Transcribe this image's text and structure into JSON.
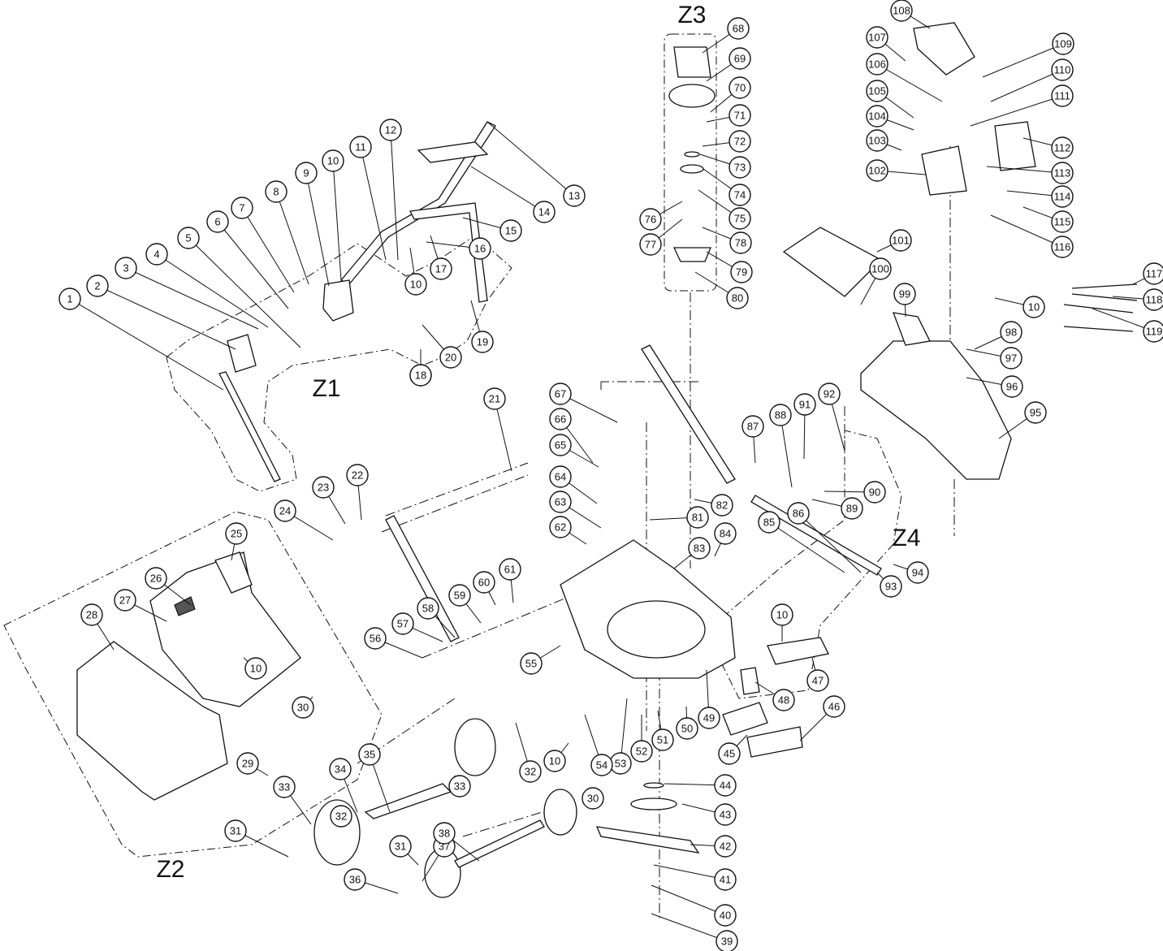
{
  "zones": [
    "Z1",
    "Z2",
    "Z3",
    "Z4"
  ],
  "callouts": [
    "1",
    "2",
    "3",
    "4",
    "5",
    "6",
    "7",
    "8",
    "9",
    "10",
    "11",
    "12",
    "13",
    "14",
    "15",
    "16",
    "17",
    "18",
    "19",
    "20",
    "21",
    "22",
    "23",
    "24",
    "25",
    "26",
    "27",
    "28",
    "29",
    "30",
    "31",
    "32",
    "33",
    "34",
    "35",
    "36",
    "37",
    "38",
    "39",
    "40",
    "41",
    "42",
    "43",
    "44",
    "45",
    "46",
    "47",
    "48",
    "49",
    "50",
    "51",
    "52",
    "53",
    "54",
    "55",
    "56",
    "57",
    "58",
    "59",
    "60",
    "61",
    "62",
    "63",
    "64",
    "65",
    "66",
    "67",
    "68",
    "69",
    "70",
    "71",
    "72",
    "73",
    "74",
    "75",
    "76",
    "77",
    "78",
    "79",
    "80",
    "81",
    "82",
    "83",
    "84",
    "85",
    "86",
    "87",
    "88",
    "89",
    "90",
    "91",
    "92",
    "93",
    "94",
    "95",
    "96",
    "97",
    "98",
    "99",
    "100",
    "101",
    "102",
    "103",
    "104",
    "105",
    "106",
    "107",
    "108",
    "109",
    "110",
    "111",
    "112",
    "113",
    "114",
    "115",
    "116",
    "117",
    "118",
    "119"
  ],
  "extra_callouts": [
    "10",
    "10",
    "10",
    "10",
    "10",
    "18",
    "30",
    "31",
    "32",
    "33"
  ]
}
